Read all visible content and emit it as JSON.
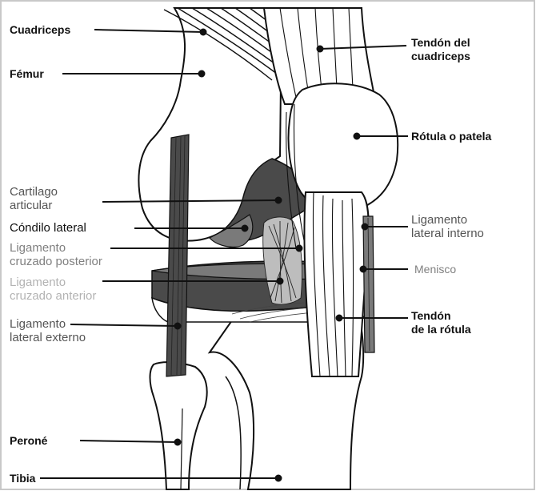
{
  "colors": {
    "frame": "#c8c8c8",
    "outline": "#111111",
    "dark_fill": "#4a4a4a",
    "mid_fill": "#7a7a7a",
    "light_fill": "#cfcfcf",
    "label_black": "#111111",
    "label_dark_grey": "#555555",
    "label_mid_grey": "#808080",
    "label_light_grey": "#b3b3b3"
  },
  "labels": {
    "cuadriceps": "Cuadriceps",
    "femur": "Fémur",
    "cartilago": "Cartilago\narticular",
    "condilo": "Cóndilo lateral",
    "lig_cruz_post": "Ligamento\ncruzado posterior",
    "lig_cruz_ant": "Ligamento\ncruzado anterior",
    "lig_lat_ext": "Ligamento\nlateral externo",
    "perone": "Peroné",
    "tibia": "Tibia",
    "tendon_cuad": "Tendón del\ncuadriceps",
    "rotula": "Rótula o patela",
    "lig_lat_int": "Ligamento\nlateral interno",
    "menisco": "Menisco",
    "tendon_rotula": "Tendón\nde la rótula"
  }
}
